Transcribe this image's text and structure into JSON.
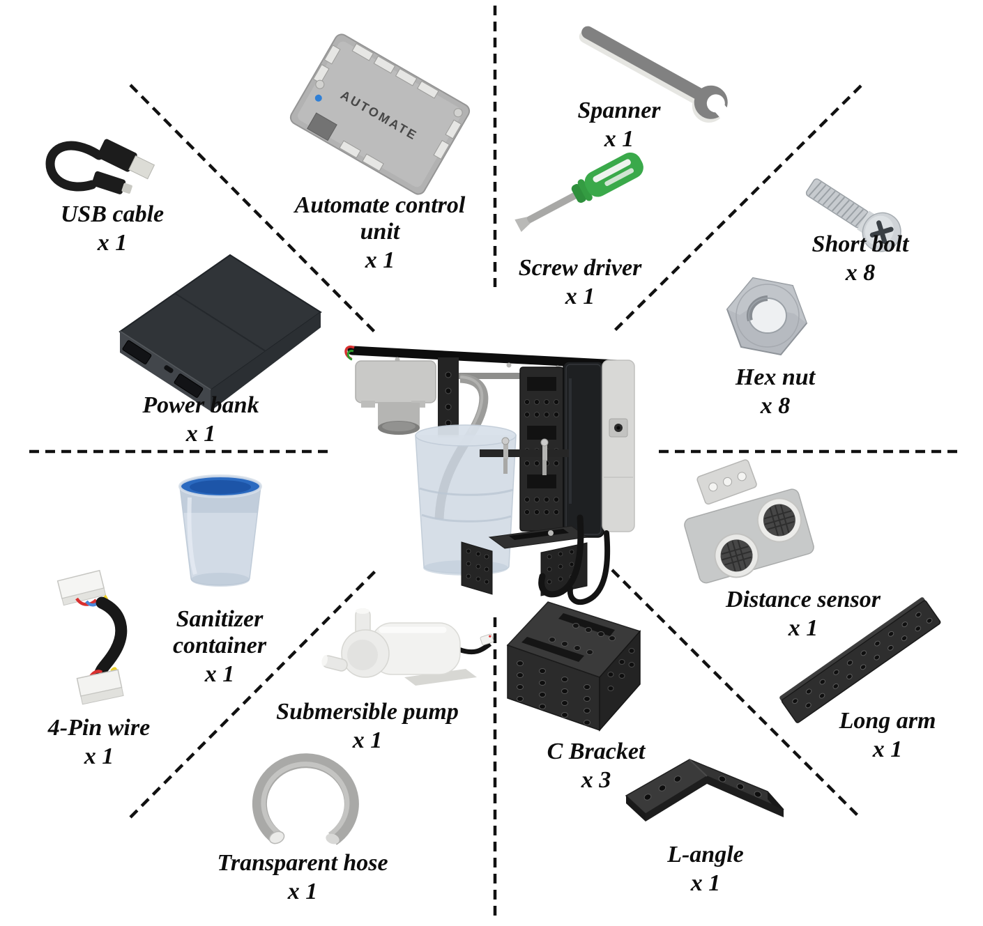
{
  "figure": {
    "type": "parts-diagram",
    "description": "Exploded parts overview of an automatic sanitizer dispenser kit, assembled unit shown in the center, sections separated by dashed divider lines"
  },
  "center_item": {
    "name": "assembled-sanitizer-dispenser"
  },
  "parts": [
    {
      "id": "usb-cable",
      "name": "USB cable",
      "qty": "x 1"
    },
    {
      "id": "automate-control-unit",
      "name": "Automate control unit",
      "qty": "x 1",
      "board_text": "AUTOMATE"
    },
    {
      "id": "spanner",
      "name": "Spanner",
      "qty": "x 1"
    },
    {
      "id": "screw-driver",
      "name": "Screw driver",
      "qty": "x 1"
    },
    {
      "id": "short-bolt",
      "name": "Short bolt",
      "qty": "x 8"
    },
    {
      "id": "hex-nut",
      "name": "Hex nut",
      "qty": "x 8"
    },
    {
      "id": "power-bank",
      "name": "Power bank",
      "qty": "x 1"
    },
    {
      "id": "sanitizer-container",
      "name": "Sanitizer container",
      "qty": "x 1"
    },
    {
      "id": "four-pin-wire",
      "name": "4-Pin wire",
      "qty": "x 1"
    },
    {
      "id": "submersible-pump",
      "name": "Submersible pump",
      "qty": "x 1"
    },
    {
      "id": "transparent-hose",
      "name": "Transparent hose",
      "qty": "x 1"
    },
    {
      "id": "distance-sensor",
      "name": "Distance sensor",
      "qty": "x 1"
    },
    {
      "id": "long-arm",
      "name": "Long arm",
      "qty": "x 1"
    },
    {
      "id": "c-bracket",
      "name": "C Bracket",
      "qty": "x 3"
    },
    {
      "id": "l-angle",
      "name": "L-angle",
      "qty": "x 1"
    }
  ],
  "colors": {
    "background": "#ffffff",
    "label_text": "#0d0d0d",
    "divider": "#111111",
    "screwdriver_green": "#3aa94a",
    "sanitizer_blue": "#2b6ac0",
    "wire_red": "#d83030",
    "wire_blue": "#4a86d8",
    "wire_yellow": "#ecd12c",
    "led_blue": "#2f7fd6"
  }
}
